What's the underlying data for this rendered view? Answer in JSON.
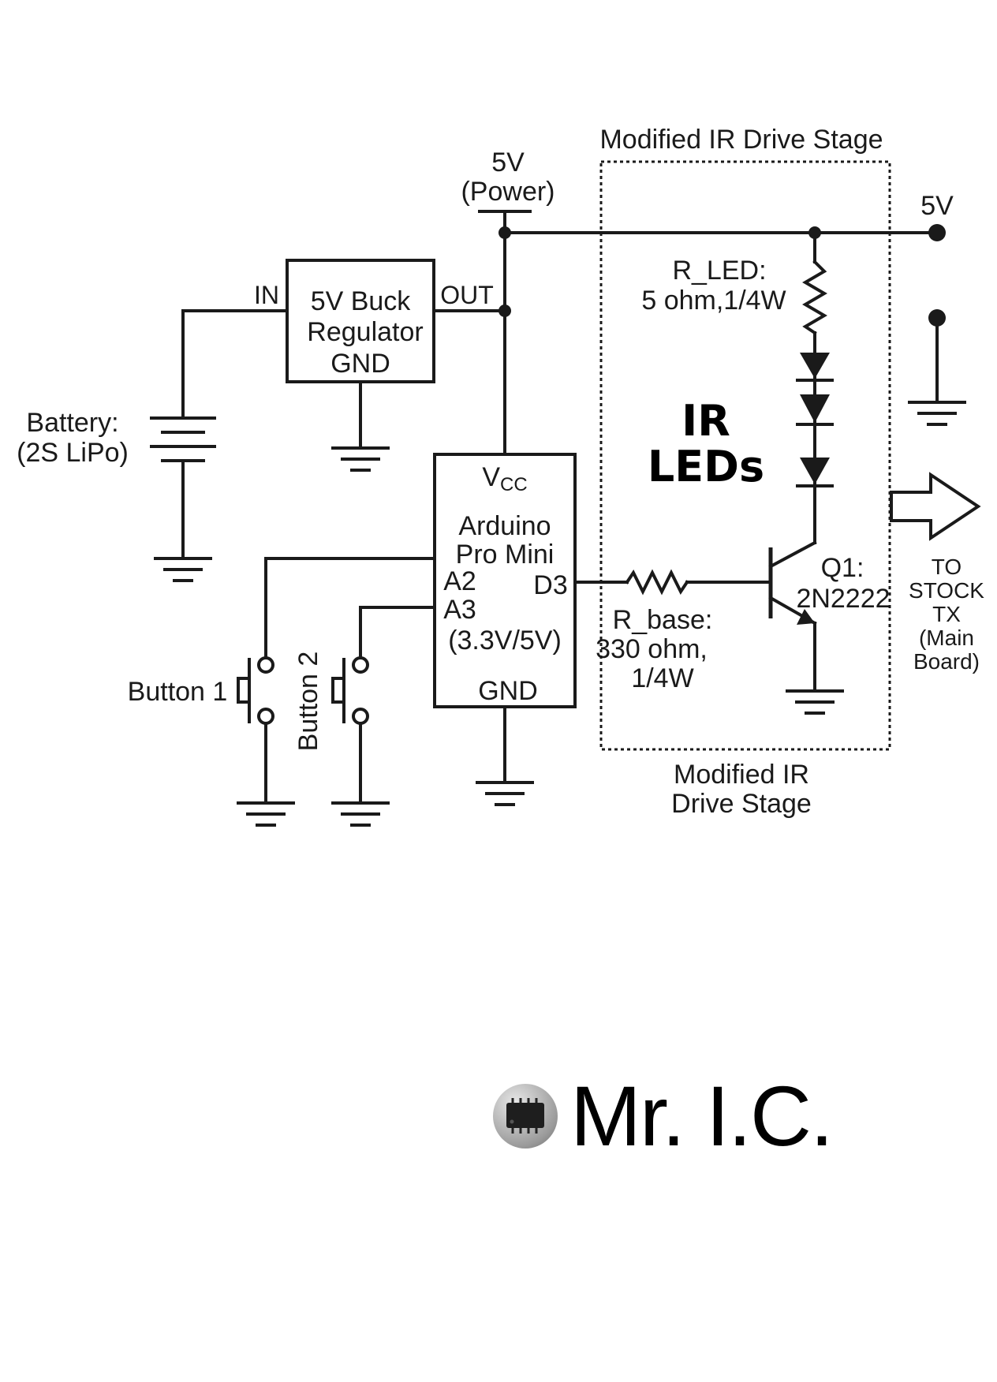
{
  "diagram": {
    "box_title_top": "Modified IR Drive Stage",
    "box_title_bottom_line1": "Modified IR",
    "box_title_bottom_line2": "Drive Stage",
    "power_label_line1": "5V",
    "power_label_line2": "(Power)",
    "rail_5v_label": "5V",
    "regulator": {
      "in": "IN",
      "out": "OUT",
      "line1": "5V Buck",
      "line2": "Regulator",
      "gnd": "GND"
    },
    "battery": {
      "line1": "Battery:",
      "line2": "(2S LiPo)"
    },
    "arduino": {
      "vcc": "V",
      "vcc_sub": "CC",
      "line1": "Arduino",
      "line2": "Pro Mini",
      "a2": "A2",
      "a3": "A3",
      "d3": "D3",
      "volt": "(3.3V/5V)",
      "gnd": "GND"
    },
    "r_led": {
      "line1": "R_LED:",
      "line2": "5 ohm,1/4W"
    },
    "ir_leds": {
      "line1": "IR",
      "line2": "LEDs"
    },
    "transistor": {
      "line1": "Q1:",
      "line2": "2N2222"
    },
    "r_base": {
      "line1": "R_base:",
      "line2": "330 ohm,",
      "line3": "1/4W"
    },
    "output": {
      "line1": "TO",
      "line2": "STOCK",
      "line3": "TX",
      "line4": "(Main",
      "line5": "Board)"
    },
    "button1": "Button 1",
    "button2": "Button 2"
  },
  "logo": {
    "text": "Mr. I.C.",
    "icon": "ic-chip-icon"
  }
}
